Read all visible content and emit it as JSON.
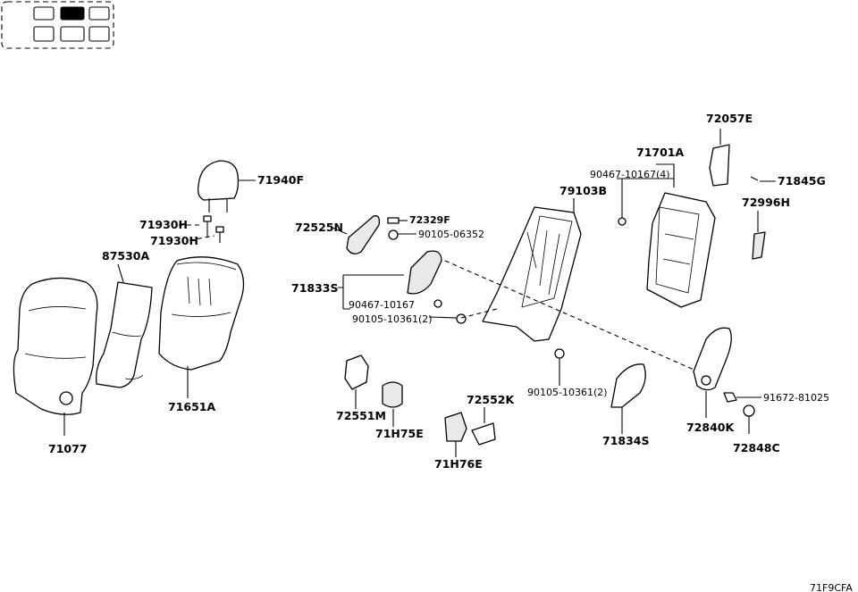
{
  "diagram": {
    "code": "71F9CFA",
    "seat_map": {
      "cells": 6,
      "highlighted_cell": 2
    },
    "parts": {
      "p71940F": "71940F",
      "p71930H_a": "71930H",
      "p71930H_b": "71930H",
      "p87530A": "87530A",
      "p71651A": "71651A",
      "p71077": "71077",
      "p72525N": "72525N",
      "p72329F": "72329F",
      "p90105_06352": "90105-06352",
      "p71833S": "71833S",
      "p90467_10167": "90467-10167",
      "p90105_10361_a": "90105-10361(2)",
      "p79103B": "79103B",
      "p71701A": "71701A",
      "p90467_10167_4": "90467-10167(4)",
      "p72057E": "72057E",
      "p71845G": "71845G",
      "p72996H": "72996H",
      "p90105_10361_b": "90105-10361(2)",
      "p72551M": "72551M",
      "p71H75E": "71H75E",
      "p72552K": "72552K",
      "p71H76E": "71H76E",
      "p71834S": "71834S",
      "p72840K": "72840K",
      "p91672_81025": "91672-81025",
      "p72848C": "72848C"
    }
  }
}
